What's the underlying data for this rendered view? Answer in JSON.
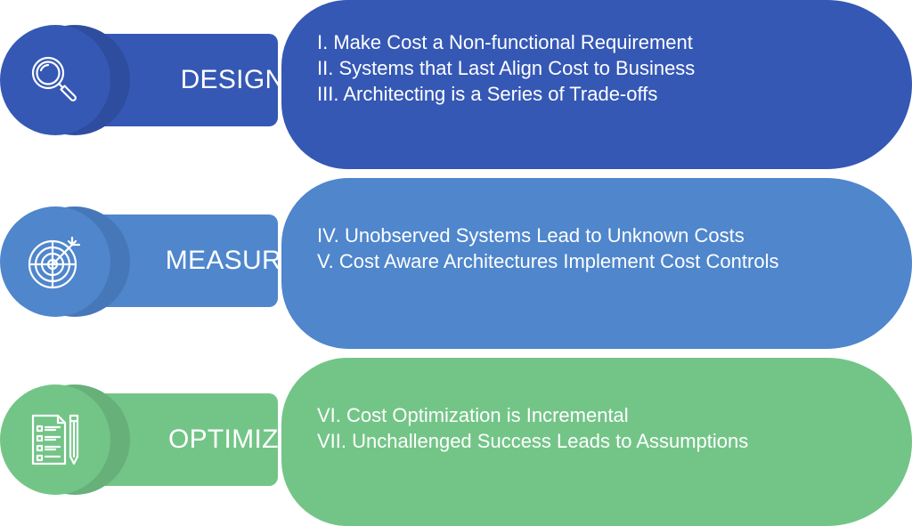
{
  "stages": [
    {
      "label": "DESIGN",
      "icon": "magnifying-glass-icon",
      "color": "#3558b5",
      "principles": [
        "I. Make Cost a Non-functional Requirement",
        "II. Systems that Last Align Cost to Business",
        "III. Architecting is a Series of Trade-offs"
      ]
    },
    {
      "label": "MEASURE",
      "icon": "target-arrow-icon",
      "color": "#4f86cc",
      "principles": [
        "IV. Unobserved Systems Lead to Unknown Costs",
        "V. Cost Aware Architectures Implement Cost Controls"
      ]
    },
    {
      "label": "OPTIMIZE",
      "icon": "checklist-pencil-icon",
      "color": "#73c587",
      "principles": [
        "VI. Cost Optimization is Incremental",
        "VII. Unchallenged Success Leads to Assumptions"
      ]
    }
  ]
}
